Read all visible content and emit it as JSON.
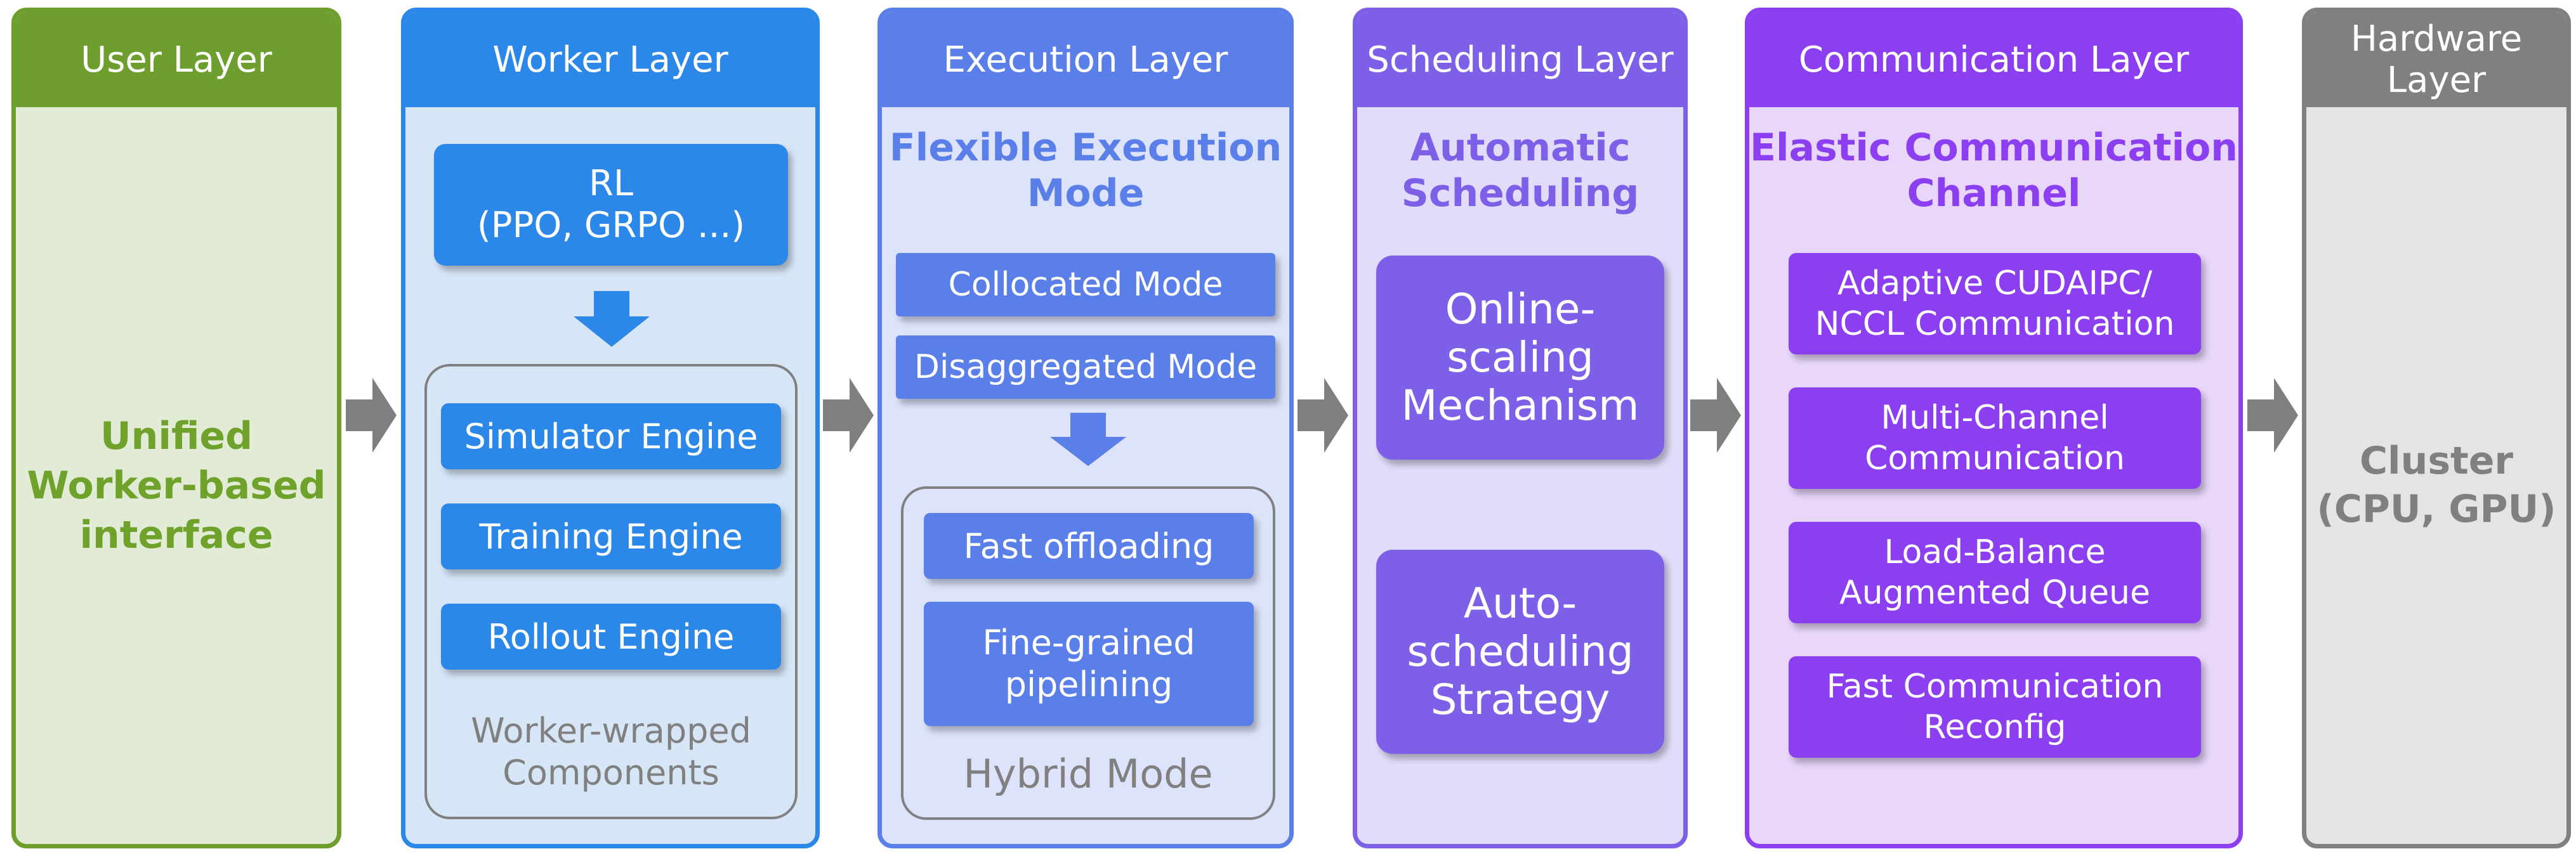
{
  "colors": {
    "user": "#6e9f2e",
    "worker": "#2b87e8",
    "execution": "#5b7fe8",
    "scheduling": "#7e5fe8",
    "communication": "#8b3ff0",
    "hardware": "#808080"
  },
  "user_layer": {
    "header": "User Layer",
    "body_lines": [
      "Unified",
      "Worker-based",
      "interface"
    ]
  },
  "worker_layer": {
    "header": "Worker Layer",
    "rl_lines": [
      "RL",
      "(PPO, GRPO ...)"
    ],
    "components": [
      "Simulator Engine",
      "Training Engine",
      "Rollout Engine"
    ],
    "group_label_lines": [
      "Worker-wrapped",
      "Components"
    ]
  },
  "execution_layer": {
    "header": "Execution Layer",
    "subtitle_lines": [
      "Flexible Execution",
      "Mode"
    ],
    "modes": [
      "Collocated Mode",
      "Disaggregated Mode"
    ],
    "hybrid_items": [
      [
        "Fast offloading"
      ],
      [
        "Fine-grained",
        "pipelining"
      ]
    ],
    "group_label": "Hybrid Mode"
  },
  "scheduling_layer": {
    "header": "Scheduling Layer",
    "subtitle_lines": [
      "Automatic",
      "Scheduling"
    ],
    "items": [
      [
        "Online-",
        "scaling",
        "Mechanism"
      ],
      [
        "Auto-",
        "scheduling",
        "Strategy"
      ]
    ]
  },
  "communication_layer": {
    "header": "Communication Layer",
    "subtitle_lines": [
      "Elastic Communication",
      "Channel"
    ],
    "items": [
      [
        "Adaptive CUDAIPC/",
        "NCCL Communication"
      ],
      [
        "Multi-Channel",
        "Communication"
      ],
      [
        "Load-Balance",
        "Augmented Queue"
      ],
      [
        "Fast Communication",
        "Reconfig"
      ]
    ]
  },
  "hardware_layer": {
    "header": "Hardware Layer",
    "body_lines": [
      "Cluster",
      "(CPU, GPU)"
    ]
  }
}
